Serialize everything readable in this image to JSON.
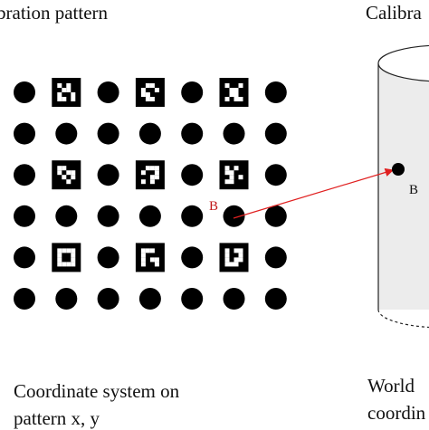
{
  "left_title": "bration pattern",
  "right_title": "Calibra",
  "point_label": "B",
  "caption_left_line1": "Coordinate system on",
  "caption_left_line2": "pattern x, y",
  "caption_right_line1": "World",
  "caption_right_line2": "coordin",
  "colors": {
    "dot": "#000000",
    "arrow": "#e02020",
    "label_red": "#c0181a",
    "cylinder_fill": "#ececec",
    "cylinder_stroke": "#222222"
  },
  "grid": {
    "rows": 6,
    "cols": 7,
    "marker_cells": [
      "0,1",
      "0,3",
      "0,5",
      "2,1",
      "2,3",
      "2,5",
      "4,1",
      "4,3",
      "4,5"
    ]
  }
}
